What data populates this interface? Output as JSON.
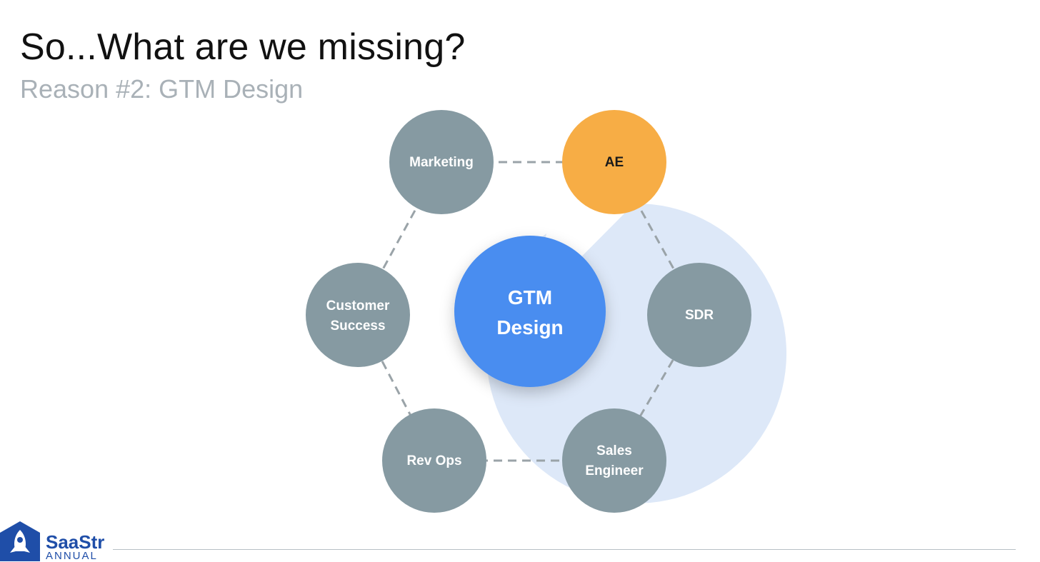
{
  "slide": {
    "title": "So...What are we missing?",
    "subtitle": "Reason #2: GTM Design"
  },
  "diagram": {
    "center": {
      "line1": "GTM",
      "line2": "Design",
      "color": "#4a8df0"
    },
    "nodes": [
      {
        "line1": "Marketing",
        "line2": "",
        "color": "#869aa2",
        "highlight": false
      },
      {
        "line1": "AE",
        "line2": "",
        "color": "#f7ad45",
        "highlight": true
      },
      {
        "line1": "SDR",
        "line2": "",
        "color": "#869aa2",
        "highlight": false
      },
      {
        "line1": "Sales",
        "line2": "Engineer",
        "color": "#869aa2",
        "highlight": false
      },
      {
        "line1": "Rev Ops",
        "line2": "",
        "color": "#869aa2",
        "highlight": false
      },
      {
        "line1": "Customer",
        "line2": "Success",
        "color": "#869aa2",
        "highlight": false
      }
    ],
    "ring_color": "#dde8f8"
  },
  "footer": {
    "brand": "SaaStr",
    "brand_sub": "ANNUAL",
    "brand_color": "#1f4ea8",
    "logo_icon": "rocket-icon"
  }
}
